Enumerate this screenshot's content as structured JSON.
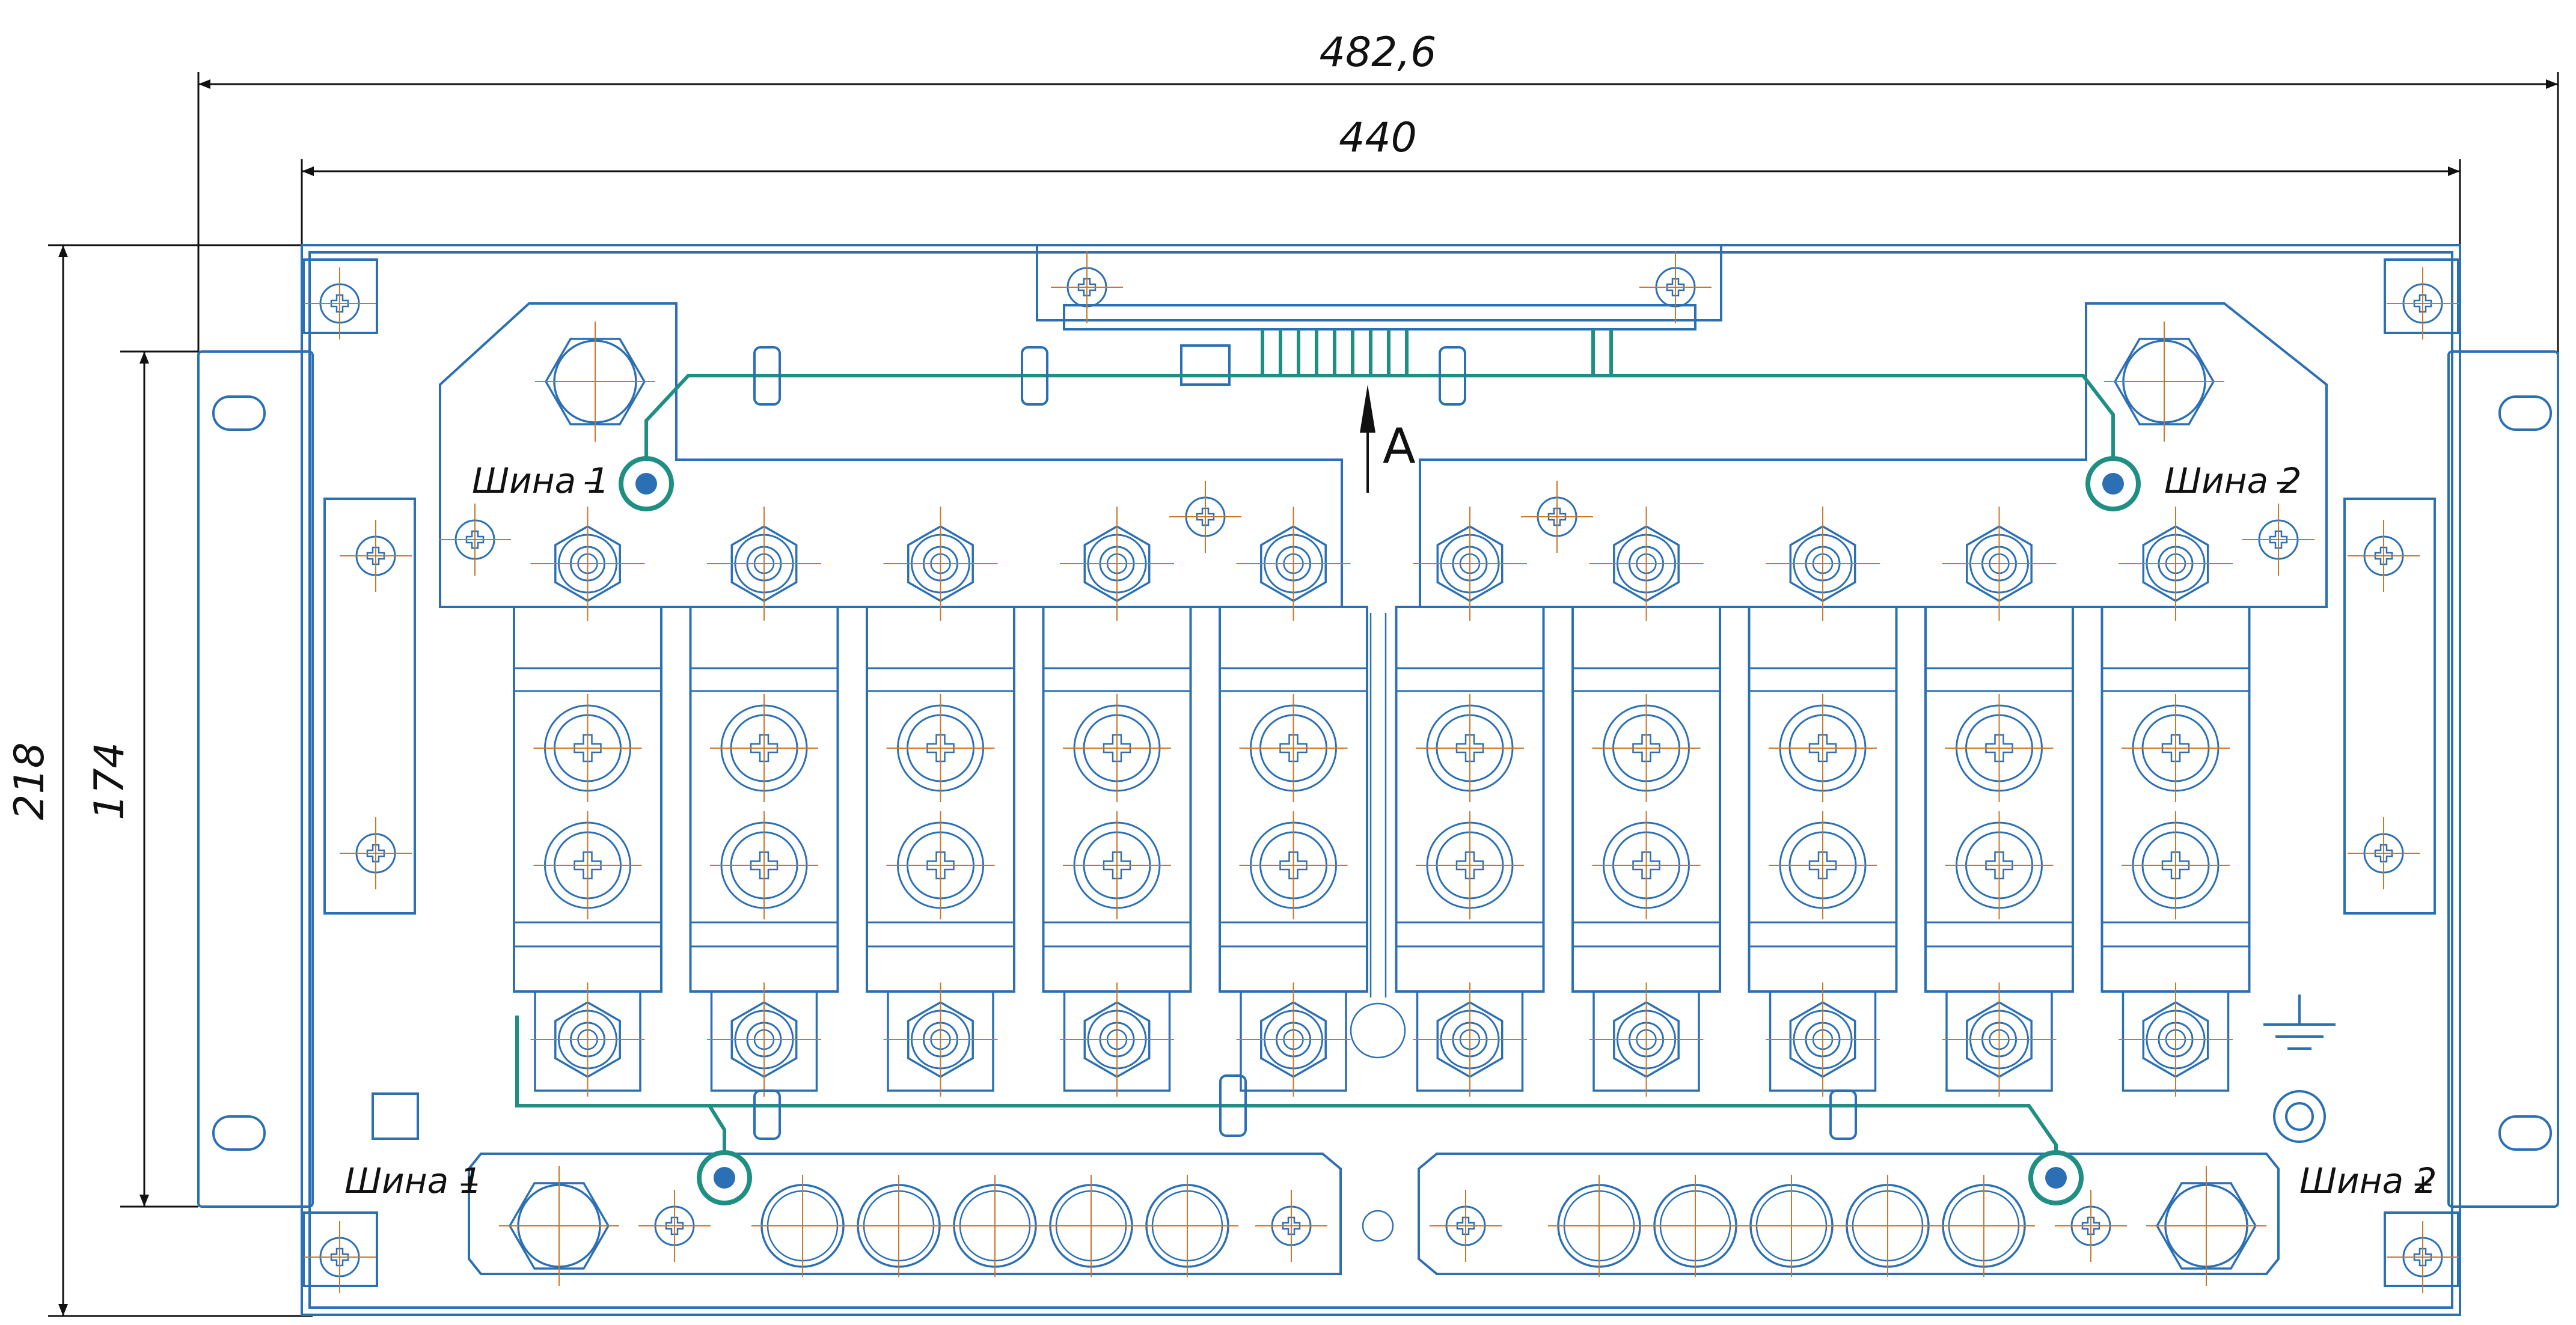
{
  "dimensions": {
    "overall_width": "482,6",
    "inner_width": "440",
    "overall_height": "218",
    "inner_height": "174"
  },
  "labels": {
    "bus1_minus": "Шина 1",
    "bus2_minus": "Шина 2",
    "bus1_plus": "Шина 1",
    "bus2_plus": "Шина 2",
    "minus_sign": "–",
    "plus_sign": "+",
    "view_a": "A"
  },
  "colors": {
    "outline": "#2b6fb5",
    "wire": "#1e8f82",
    "dimension": "#111111",
    "centerline": "#c8782a"
  },
  "modules": {
    "count": 10
  }
}
